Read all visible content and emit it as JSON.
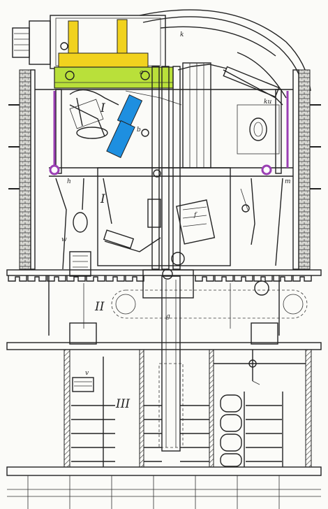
{
  "colors": {
    "yellow": "#f1d21e",
    "green": "#b9e03a",
    "blue": "#1e8fe0",
    "purple": "#9b3fb4",
    "ink": "#222222",
    "paper": "#fbfbf8"
  },
  "labels": {
    "level_1_left": "I",
    "level_1_center": "I",
    "level_2": "II",
    "level_3": "III",
    "letter_k": "k",
    "letter_a": "a",
    "letter_b": "b",
    "letter_f": "f",
    "letter_g": "g",
    "letter_v": "v",
    "letter_w": "w",
    "letter_h": "h",
    "letter_m": "m",
    "letter_ku": "ku"
  }
}
